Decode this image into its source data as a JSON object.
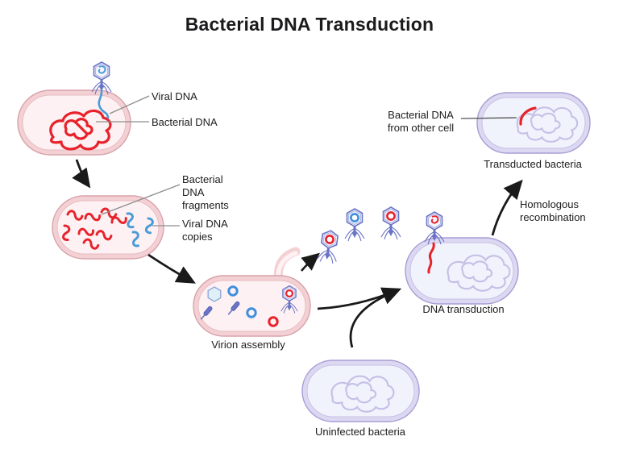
{
  "title": "Bacterial DNA Transduction",
  "labels": {
    "viral_dna": "Viral DNA",
    "bacterial_dna": "Bacterial DNA",
    "bacterial_dna_fragments": "Bacterial DNA fragments",
    "viral_dna_copies": "Viral DNA copies",
    "virion_assembly": "Virion assembly",
    "dna_transduction": "DNA transduction",
    "uninfected_bacteria": "Uninfected bacteria",
    "transducted_bacteria": "Transducted bacteria",
    "homologous_recombination": "Homologous recombination",
    "bacterial_dna_from_other_cell": "Bacterial DNA from other cell"
  },
  "icons": {
    "phage": "bacteriophage-icon",
    "capsid": "empty-capsid-icon",
    "tail_part": "phage-tail-part-icon",
    "dna_ring": "packaged-dna-ring-icon",
    "cell": "bacterium-cell-icon",
    "arrow": "flow-arrow-icon"
  },
  "colors": {
    "bacterial_dna_red": "#e8222b",
    "viral_dna_blue": "#4b9bd7",
    "phage_outline": "#6b74c4",
    "pink_cell_band": "#f3d0d4",
    "pink_cell_edge": "#d8a2aa",
    "pink_cell_fill": "#fdf1f3",
    "purple_cell_band": "#dcd8f1",
    "purple_cell_edge": "#a89dd5",
    "purple_cell_fill": "#f0f2fc",
    "purple_dna": "#c4bfe6",
    "arrow_black": "#1a1a1a",
    "leader_gray": "#8c8c8c"
  }
}
